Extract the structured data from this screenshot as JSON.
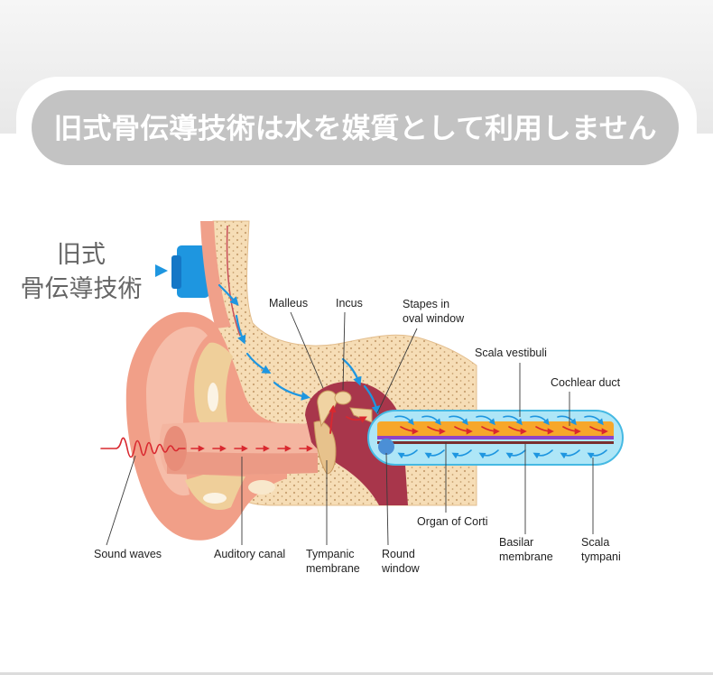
{
  "banner": {
    "title": "旧式骨伝導技術は水を媒質として利用しません"
  },
  "legacy_label": {
    "line1": "旧式",
    "line2": "骨伝導技術"
  },
  "labels": {
    "malleus": "Malleus",
    "incus": "Incus",
    "stapes": [
      "Stapes in",
      "oval window"
    ],
    "scala_vestibuli": "Scala vestibuli",
    "cochlear_duct": "Cochlear duct",
    "organ_of_corti": "Organ of Corti",
    "sound_waves": "Sound waves",
    "auditory_canal": "Auditory canal",
    "tympanic_membrane": [
      "Tympanic",
      "membrane"
    ],
    "round_window": [
      "Round",
      "window"
    ],
    "basilar_membrane": [
      "Basilar",
      "membrane"
    ],
    "scala_tympani": [
      "Scala",
      "tympani"
    ]
  },
  "icons": {
    "device": "bone-conduction-device-icon",
    "pointer": "triangle-right-icon"
  },
  "colors": {
    "conduction_blue": "#1e96e0",
    "sound_red": "#d9282f",
    "banner_gray": "#c3c3c3"
  }
}
